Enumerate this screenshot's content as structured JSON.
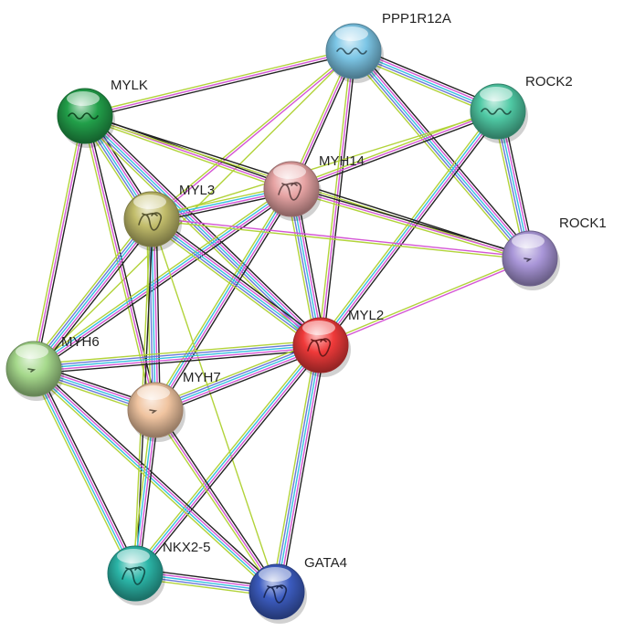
{
  "network": {
    "nodes": [
      {
        "id": "PPP1R12A",
        "label": "PPP1R12A",
        "color": "#7cc6e6",
        "icon": "helix-icon"
      },
      {
        "id": "ROCK2",
        "label": "ROCK2",
        "color": "#4fc9a4",
        "icon": "helix-icon"
      },
      {
        "id": "MYLK",
        "label": "MYLK",
        "color": "#22a04a",
        "icon": "helix-icon"
      },
      {
        "id": "MYH14",
        "label": "MYH14",
        "color": "#e7a4a4",
        "icon": "protein-structure-icon"
      },
      {
        "id": "MYL3",
        "label": "MYL3",
        "color": "#c2bd6b",
        "icon": "protein-structure-icon"
      },
      {
        "id": "ROCK1",
        "label": "ROCK1",
        "color": "#a996d8",
        "icon": "dot-icon"
      },
      {
        "id": "MYL2",
        "label": "MYL2",
        "color": "#f03a3a",
        "icon": "protein-structure-icon"
      },
      {
        "id": "MYH6",
        "label": "MYH6",
        "color": "#a6d98c",
        "icon": "dot-icon"
      },
      {
        "id": "MYH7",
        "label": "MYH7",
        "color": "#f0c4a0",
        "icon": "dot-icon"
      },
      {
        "id": "NKX2-5",
        "label": "NKX2-5",
        "color": "#2bb6a8",
        "icon": "protein-structure-icon"
      },
      {
        "id": "GATA4",
        "label": "GATA4",
        "color": "#3c5cc0",
        "icon": "protein-structure-icon"
      }
    ],
    "edges": [
      {
        "a": "PPP1R12A",
        "b": "MYLK",
        "types": [
          "black",
          "magenta",
          "lime"
        ]
      },
      {
        "a": "PPP1R12A",
        "b": "ROCK2",
        "types": [
          "black",
          "magenta",
          "cyan",
          "blue",
          "lime"
        ]
      },
      {
        "a": "PPP1R12A",
        "b": "MYH14",
        "types": [
          "black",
          "magenta",
          "lime"
        ]
      },
      {
        "a": "PPP1R12A",
        "b": "MYL3",
        "types": [
          "magenta",
          "lime"
        ]
      },
      {
        "a": "PPP1R12A",
        "b": "MYL2",
        "types": [
          "black",
          "magenta",
          "lime"
        ]
      },
      {
        "a": "PPP1R12A",
        "b": "ROCK1",
        "types": [
          "black",
          "magenta",
          "cyan",
          "blue",
          "lime"
        ]
      },
      {
        "a": "PPP1R12A",
        "b": "MYH6",
        "types": [
          "lime"
        ]
      },
      {
        "a": "ROCK2",
        "b": "MYH14",
        "types": [
          "black",
          "magenta",
          "lime"
        ]
      },
      {
        "a": "ROCK2",
        "b": "ROCK1",
        "types": [
          "black",
          "magenta",
          "cyan",
          "blue",
          "lime"
        ]
      },
      {
        "a": "ROCK2",
        "b": "MYL2",
        "types": [
          "black",
          "magenta",
          "cyan",
          "lime"
        ]
      },
      {
        "a": "ROCK2",
        "b": "MYL3",
        "types": [
          "lime"
        ]
      },
      {
        "a": "MYLK",
        "b": "MYH14",
        "types": [
          "black",
          "magenta",
          "lime"
        ]
      },
      {
        "a": "MYLK",
        "b": "MYL3",
        "types": [
          "black",
          "magenta",
          "cyan",
          "blue",
          "lime"
        ]
      },
      {
        "a": "MYLK",
        "b": "MYL2",
        "types": [
          "black",
          "magenta",
          "cyan",
          "blue",
          "lime"
        ]
      },
      {
        "a": "MYLK",
        "b": "MYH6",
        "types": [
          "black",
          "magenta",
          "lime"
        ]
      },
      {
        "a": "MYLK",
        "b": "MYH7",
        "types": [
          "black",
          "magenta",
          "lime"
        ]
      },
      {
        "a": "MYLK",
        "b": "ROCK1",
        "types": [
          "black",
          "lime"
        ]
      },
      {
        "a": "MYH14",
        "b": "MYL3",
        "types": [
          "black",
          "magenta",
          "cyan",
          "lime"
        ]
      },
      {
        "a": "MYH14",
        "b": "MYL2",
        "types": [
          "black",
          "magenta",
          "cyan",
          "blue",
          "lime"
        ]
      },
      {
        "a": "MYH14",
        "b": "ROCK1",
        "types": [
          "black",
          "magenta",
          "lime"
        ]
      },
      {
        "a": "MYH14",
        "b": "MYH6",
        "types": [
          "black",
          "magenta",
          "cyan",
          "lime"
        ]
      },
      {
        "a": "MYH14",
        "b": "MYH7",
        "types": [
          "black",
          "magenta",
          "cyan",
          "lime"
        ]
      },
      {
        "a": "MYL3",
        "b": "ROCK1",
        "types": [
          "magenta",
          "lime"
        ]
      },
      {
        "a": "MYL3",
        "b": "MYL2",
        "types": [
          "black",
          "magenta",
          "cyan",
          "blue",
          "lime"
        ]
      },
      {
        "a": "MYL3",
        "b": "MYH6",
        "types": [
          "black",
          "magenta",
          "cyan",
          "blue",
          "lime"
        ]
      },
      {
        "a": "MYL3",
        "b": "MYH7",
        "types": [
          "black",
          "magenta",
          "cyan",
          "blue",
          "lime"
        ]
      },
      {
        "a": "MYL3",
        "b": "NKX2-5",
        "types": [
          "black",
          "lime"
        ]
      },
      {
        "a": "MYL3",
        "b": "GATA4",
        "types": [
          "lime"
        ]
      },
      {
        "a": "ROCK1",
        "b": "MYL2",
        "types": [
          "magenta",
          "lime"
        ]
      },
      {
        "a": "MYL2",
        "b": "MYH6",
        "types": [
          "black",
          "magenta",
          "cyan",
          "blue",
          "lime"
        ]
      },
      {
        "a": "MYL2",
        "b": "MYH7",
        "types": [
          "black",
          "magenta",
          "cyan",
          "blue",
          "lime"
        ]
      },
      {
        "a": "MYL2",
        "b": "NKX2-5",
        "types": [
          "black",
          "magenta",
          "cyan",
          "lime"
        ]
      },
      {
        "a": "MYL2",
        "b": "GATA4",
        "types": [
          "black",
          "magenta",
          "cyan",
          "blue",
          "lime"
        ]
      },
      {
        "a": "MYH6",
        "b": "MYH7",
        "types": [
          "black",
          "magenta",
          "cyan",
          "blue",
          "lime"
        ]
      },
      {
        "a": "MYH6",
        "b": "NKX2-5",
        "types": [
          "black",
          "magenta",
          "cyan",
          "lime"
        ]
      },
      {
        "a": "MYH6",
        "b": "GATA4",
        "types": [
          "black",
          "magenta",
          "cyan",
          "lime"
        ]
      },
      {
        "a": "MYH7",
        "b": "NKX2-5",
        "types": [
          "black",
          "magenta",
          "cyan",
          "lime"
        ]
      },
      {
        "a": "MYH7",
        "b": "GATA4",
        "types": [
          "black",
          "magenta",
          "lime"
        ]
      },
      {
        "a": "NKX2-5",
        "b": "GATA4",
        "types": [
          "black",
          "magenta",
          "cyan",
          "blue",
          "lime"
        ]
      }
    ],
    "edge_colors": {
      "black": "#222222",
      "magenta": "#d455d4",
      "cyan": "#36c0e0",
      "blue": "#6a78d8",
      "lime": "#b2d33a"
    }
  }
}
